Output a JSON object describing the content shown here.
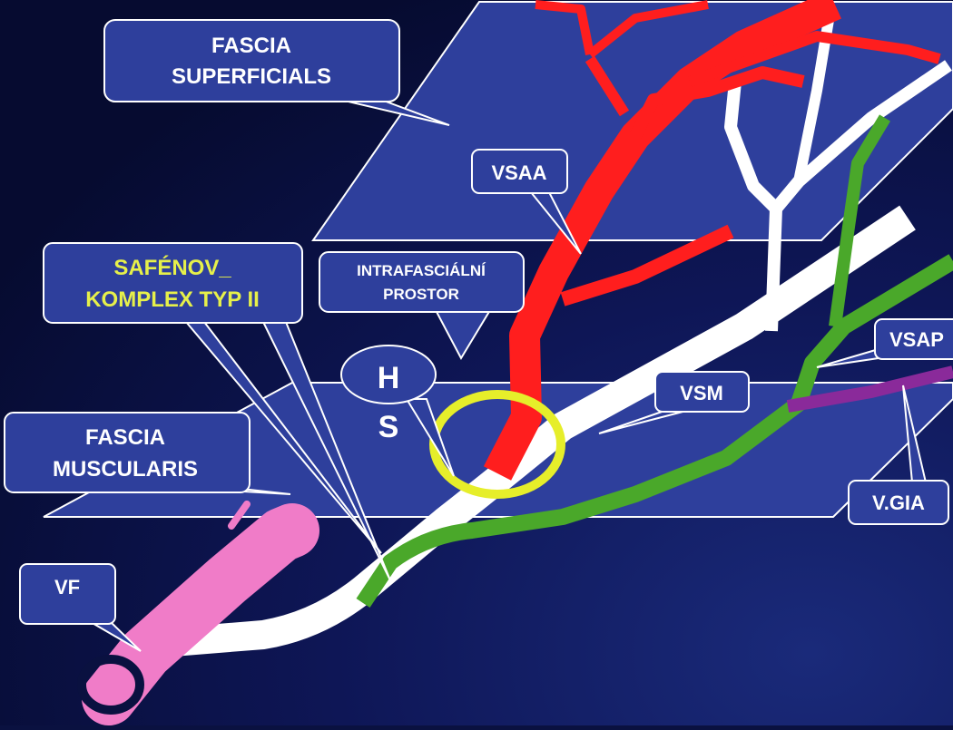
{
  "labels": {
    "fascia_superficials": [
      "FASCIA",
      "SUPERFICIALS"
    ],
    "vsaa": "VSAA",
    "saphenous_complex": [
      "SAFÉNOV_",
      "KOMPLEX TYP II"
    ],
    "intrafascial_space": [
      "INTRAFASCIÁLNÍ",
      "PROSTOR"
    ],
    "hs": [
      "H",
      "S"
    ],
    "vsm": "VSM",
    "vsap": "VSAP",
    "fascia_muscularis": [
      "FASCIA",
      "MUSCULARIS"
    ],
    "vgia": "V.GIA",
    "vf": "VF"
  },
  "colors": {
    "background": "#0a1140",
    "plane_fill": "#2e3f9c",
    "callout_fill": "#2e3f9c",
    "outline": "#ffffff",
    "highlight_text": "#e6f04a",
    "artery_red": "#ff1e1e",
    "vein_white": "#ffffff",
    "vein_green": "#4aa82a",
    "vein_purple": "#8a2a9a",
    "femoral_pink": "#f07cc8",
    "ring_yellow": "#e6ee2a"
  }
}
